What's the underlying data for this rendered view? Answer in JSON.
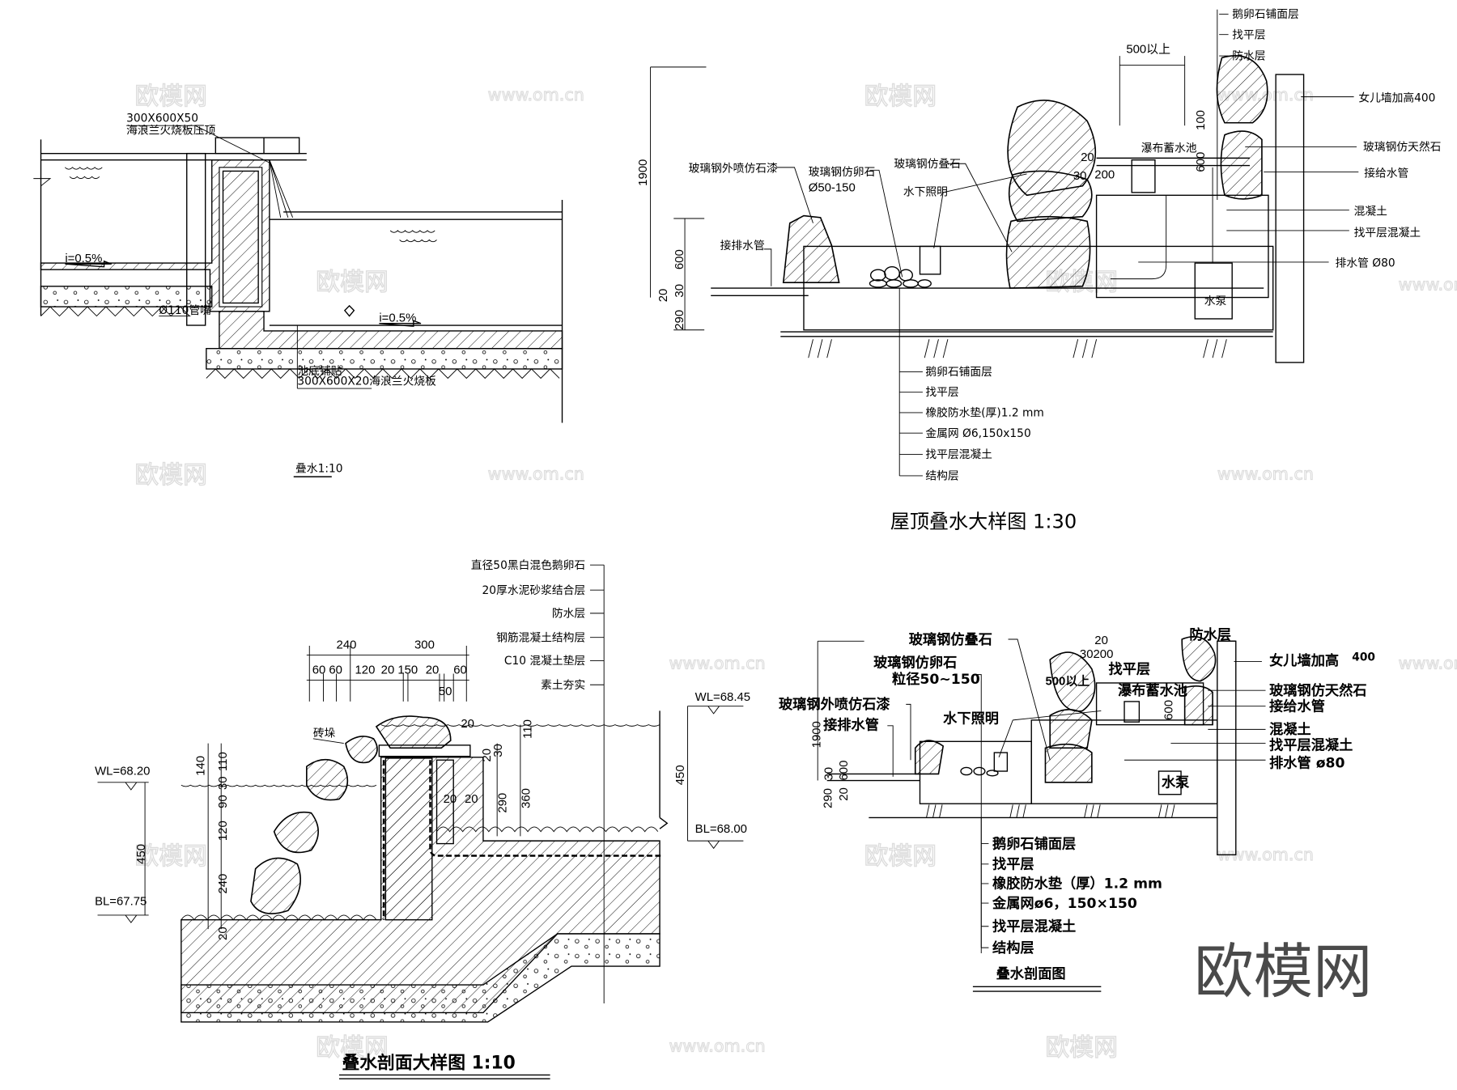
{
  "drawing1": {
    "title": "叠水1:10",
    "coping_size": "300X600X50",
    "coping_material": "海浪兰火烧板压顶",
    "slope_upper": "i=0.5%",
    "slope_lower": "i=0.5%",
    "pipe": "Ø110管嘴",
    "bottom_note1": "池底铺贴",
    "bottom_note2": "300X600X20海浪兰火烧板"
  },
  "drawing2": {
    "title": "屋顶叠水大样图  1:30",
    "dims": {
      "total": "1900",
      "d600": "600",
      "d20": "20",
      "d30": "30",
      "d290": "290",
      "d500": "500以上",
      "d100": "100",
      "d600b": "600",
      "d20b": "20",
      "d30b": "30",
      "d200": "200"
    },
    "labels_left": [
      "玻璃钢外喷仿石漆",
      "玻璃钢仿卵石",
      "Ø50-150",
      "玻璃钢仿叠石",
      "水下照明",
      "接排水管",
      "瀑布蓄水池"
    ],
    "labels_top": [
      "鹅卵石铺面层",
      "找平层",
      "防水层"
    ],
    "labels_right": [
      "女儿墙加高400",
      "玻璃钢仿天然石",
      "接给水管",
      "混凝土",
      "找平层混凝土",
      "排水管 Ø80"
    ],
    "pump": "水泵",
    "layers": [
      "鹅卵石铺面层",
      "找平层",
      "橡胶防水垫(厚)1.2   mm",
      "金属网  Ø6,150x150",
      "找平层混凝土",
      "结构层"
    ]
  },
  "drawing3": {
    "title": "叠水剖面大样图    1:10",
    "layers": [
      "直径50黑白混色鹅卵石",
      "20厚水泥砂浆结合层",
      "防水层",
      "钢筋混凝土结构层",
      "C10 混凝土垫层",
      "素土夯实"
    ],
    "brick_label": "砖垛",
    "wl_upper": "WL=68.45",
    "bl": "BL=68.00",
    "wl_lower": "WL=68.20",
    "bl_lower": "BL=67.75",
    "dims_top": [
      "240",
      "300"
    ],
    "dims_sub": [
      "60",
      "60",
      "120",
      "20",
      "150",
      "20",
      "60"
    ],
    "dim_50": "50",
    "dims_left": [
      "140",
      "110",
      "30",
      "90",
      "120",
      "240",
      "20"
    ],
    "dim_450_left": "450",
    "dims_right": [
      "20",
      "110",
      "30",
      "20",
      "290",
      "360",
      "20",
      "20"
    ],
    "dim_450_right": "450"
  },
  "drawing4": {
    "title": "叠水剖面图",
    "labels_left": [
      "玻璃钢仿叠石",
      "玻璃钢仿卵石",
      "粒径50~150",
      "玻璃钢外喷仿石漆",
      "接排水管",
      "水下照明"
    ],
    "labels_top": [
      "找平层",
      "500以上",
      "瀑布蓄水池",
      "防水层"
    ],
    "labels_right": [
      "女儿墙加高",
      "400",
      "玻璃钢仿天然石",
      "接给水管",
      "混凝土",
      "找平层混凝土",
      "排水管 ø80"
    ],
    "pump": "水泵",
    "dims": {
      "total": "1900",
      "d600": "600",
      "d30": "30",
      "d290": "290",
      "d20": "20",
      "d20t": "20",
      "d30200": "30200",
      "d600r": "600"
    },
    "layers": [
      "鹅卵石铺面层",
      "找平层",
      "橡胶防水垫（厚）1.2 mm",
      "金属网ø6，150×150",
      "找平层混凝土",
      "结构层"
    ]
  },
  "watermark": {
    "brand": "欧模网",
    "url": "www.om.cn"
  }
}
